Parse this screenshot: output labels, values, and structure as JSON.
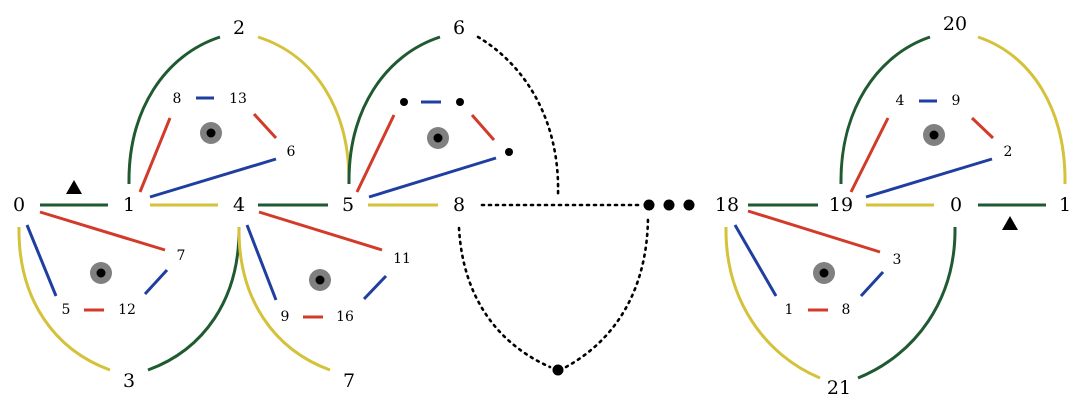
{
  "colors": {
    "green": "#1f5a30",
    "yellow": "#d4c23a",
    "red": "#d23a2a",
    "blue": "#1f3fa0",
    "marker": "#808080"
  },
  "icons": [
    "triangle-marker-icon",
    "bullseye-marker-icon",
    "ellipsis-dots-icon"
  ],
  "labels": {
    "main": [
      "0",
      "1",
      "4",
      "5",
      "8",
      "18",
      "19",
      "0",
      "1"
    ],
    "top": [
      "2",
      "6",
      "20"
    ],
    "bottom": [
      "3",
      "7",
      "21"
    ],
    "g1_upper": [
      "8",
      "13",
      "6"
    ],
    "g1_lower": [
      "7",
      "5",
      "12"
    ],
    "g2_lower": [
      "11",
      "9",
      "16"
    ],
    "g3_upper": [
      "4",
      "9",
      "2"
    ],
    "g3_lower": [
      "3",
      "1",
      "8"
    ]
  }
}
